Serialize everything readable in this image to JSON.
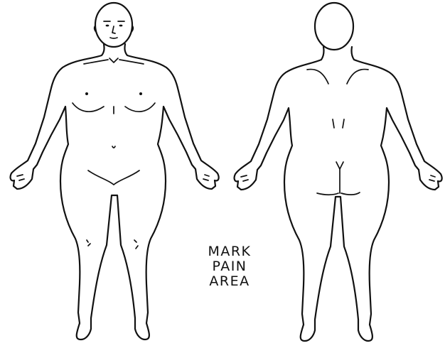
{
  "caption": {
    "line1": "MARK",
    "line2": "PAIN",
    "line3": "AREA"
  },
  "figures": [
    {
      "view": "front",
      "icon": "body-front-outline-icon"
    },
    {
      "view": "back",
      "icon": "body-back-outline-icon"
    }
  ],
  "colors": {
    "ink": "#111111",
    "paper": "#ffffff"
  }
}
